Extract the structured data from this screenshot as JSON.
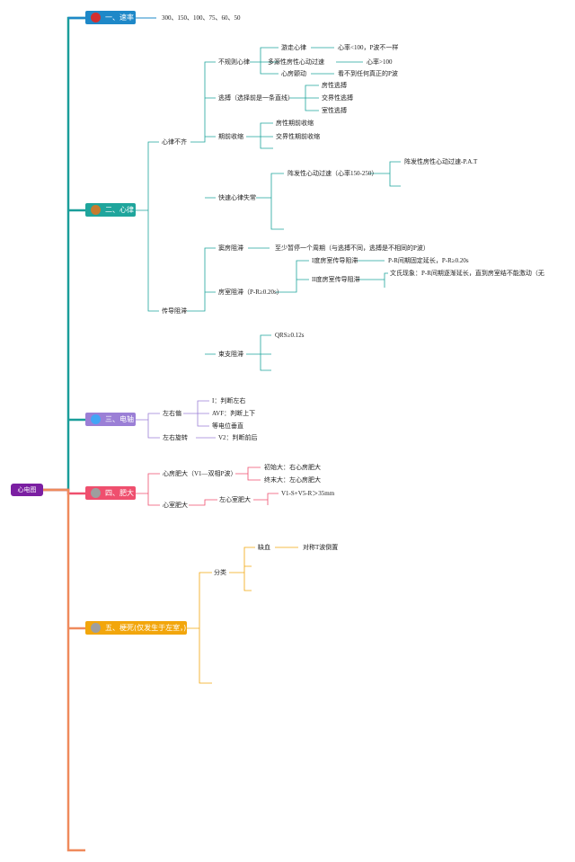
{
  "root": {
    "label": "心电图"
  },
  "colors": {
    "trunk_teal": "#1a9e9a",
    "trunk_blue": "#1e88c8",
    "trunk_orange": "#ef8a5c",
    "rate": "#1e88c8",
    "rhythm": "#1fa59c",
    "axis": "#9b7fd6",
    "hypertrophy": "#ef4f6e",
    "infarction": "#f2a60c",
    "root": "#7b1fa2"
  },
  "branches": {
    "rate": {
      "label": "一、速率",
      "detail": "300、150、100、75、60、50",
      "dot_color": "#d32f2f"
    },
    "rhythm": {
      "label": "二、心律",
      "dot_color": "#c77b2e",
      "arrhythmia": {
        "label": "心律不齐",
        "irregular": {
          "label": "不规则心律",
          "wandering": {
            "label": "游走心律",
            "detail": "心率<100，P波不一样"
          },
          "multifocal": {
            "label": "多源性房性心动过速",
            "detail": "心率>100"
          },
          "afib": {
            "label": "心房颤动",
            "detail": "看不到任何真正的P波"
          }
        },
        "escape": {
          "label": "逃搏（选择前是一条直线）",
          "items": [
            "房性逃搏",
            "交界性逃搏",
            "室性逃搏"
          ]
        },
        "premature": {
          "label": "期前收缩",
          "items": [
            "房性期前收缩",
            "交界性期前收缩"
          ]
        },
        "tachy": {
          "label": "快速心律失常",
          "pat": {
            "label": "阵发性心动过速（心率150-250）",
            "detail": "阵发性房性心动过速-P.A.T"
          }
        }
      },
      "block": {
        "label": "传导阻滞",
        "sinus": {
          "label": "窦房阻滞",
          "detail": "至少暂停一个周期（与逃搏不同，逃搏是不相同的P波）"
        },
        "av": {
          "label": "房室阻滞（P-R≥0.20s）",
          "first": {
            "label": "I度房室传导阻滞",
            "detail": "P-R间期固定延长，P-R≥0.20s"
          },
          "second": {
            "label": "II度房室传导阻滞",
            "detail": "文氏现象：P-R间期逐渐延长，直到房室结不能激动（无"
          }
        },
        "bundle": {
          "label": "束支阻滞",
          "detail": "QRS≥0.12s"
        }
      }
    },
    "axis": {
      "label": "三、电轴",
      "dot_color": "#42a5f5",
      "lr": {
        "label": "左右偏",
        "items": [
          "I：判断左右",
          "AVF：判断上下",
          "等电位垂直"
        ]
      },
      "rot": {
        "label": "左右旋转",
        "detail": "V2：判断前后"
      }
    },
    "hypertrophy": {
      "label": "四、肥大",
      "dot_color": "#9e9e9e",
      "atrial": {
        "label": "心房肥大（V1—双相P波）",
        "items": [
          "初始大：右心房肥大",
          "终末大：左心房肥大"
        ]
      },
      "ventricular": {
        "label": "心室肥大",
        "left": {
          "label": "左心室肥大",
          "detail": "V1-S+V5-R＞35mm"
        }
      }
    },
    "infarction": {
      "label": "五、梗死(仅发生于左室，)",
      "dot_color": "#9e9e9e",
      "classify": {
        "label": "分类",
        "ischemia": {
          "label": "缺血",
          "detail": "对称T波倒置"
        }
      }
    }
  }
}
